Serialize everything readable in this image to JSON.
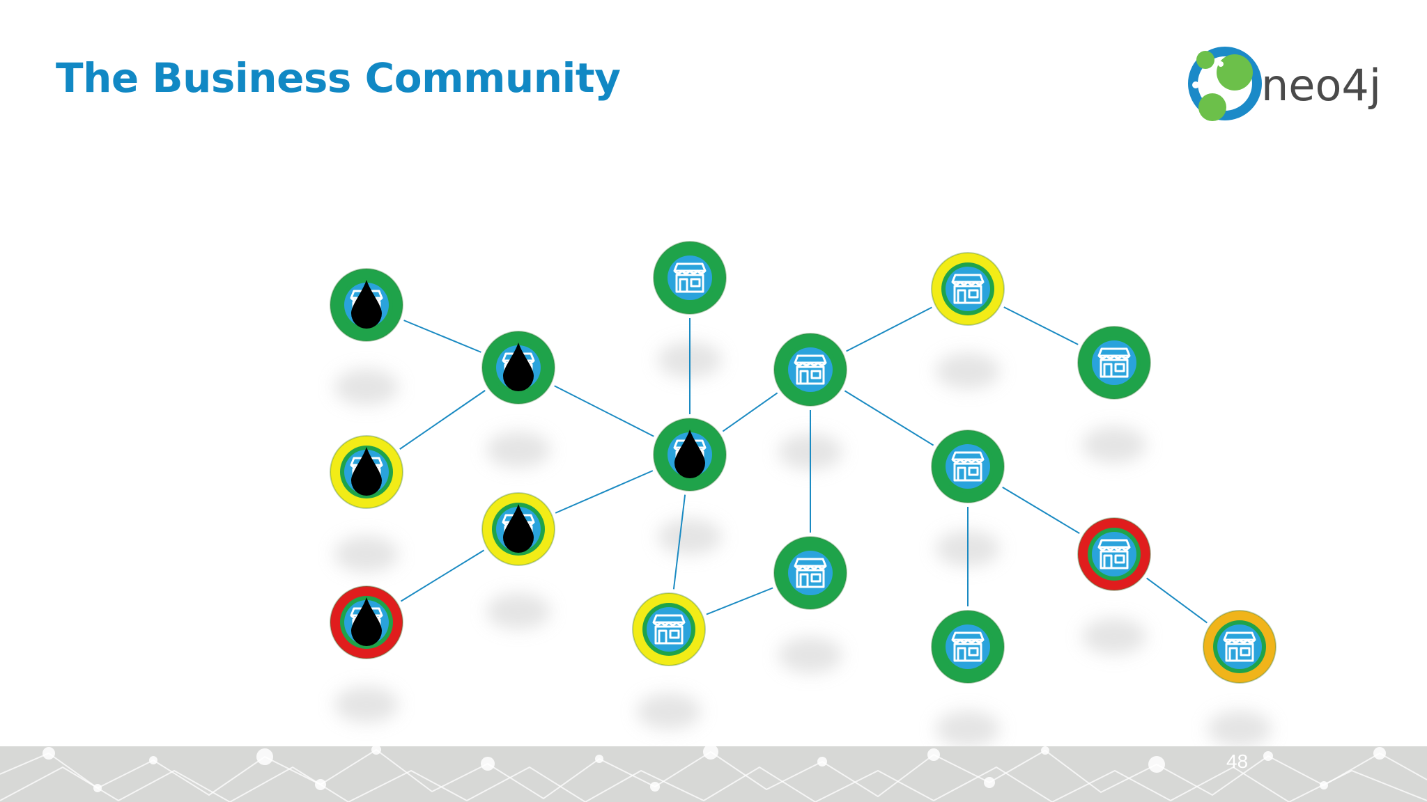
{
  "slide": {
    "title": "The Business Community",
    "page_number": "48"
  },
  "logo": {
    "text": "neo4j"
  },
  "colors": {
    "title": "#1188c4",
    "edge": "#1a8ac2",
    "node_green": "#1fa34a",
    "node_blue": "#2aa3dc",
    "ring_yellow": "#f2ec17",
    "ring_red": "#e01d1d",
    "ring_orange": "#f0b41a",
    "drop": "#000000",
    "logo_green": "#6cc04a",
    "logo_blue": "#1b8ac8",
    "logo_text": "#4a4a4a",
    "footer": "#d7d8d6"
  },
  "graph": {
    "nodes": [
      {
        "id": "n1",
        "ring": "green",
        "icon": "store-icon",
        "drop": true
      },
      {
        "id": "n2",
        "ring": "green",
        "icon": "store-icon",
        "drop": true
      },
      {
        "id": "n3",
        "ring": "yellow",
        "icon": "store-icon",
        "drop": true
      },
      {
        "id": "n4",
        "ring": "yellow",
        "icon": "store-icon",
        "drop": true
      },
      {
        "id": "n5",
        "ring": "red",
        "icon": "store-icon",
        "drop": true
      },
      {
        "id": "n6",
        "ring": "green",
        "icon": "store-icon",
        "drop": false
      },
      {
        "id": "n7",
        "ring": "green",
        "icon": "store-icon",
        "drop": true
      },
      {
        "id": "n8",
        "ring": "yellow",
        "icon": "store-icon",
        "drop": false
      },
      {
        "id": "n9",
        "ring": "green",
        "icon": "store-icon",
        "drop": false
      },
      {
        "id": "n10",
        "ring": "green",
        "icon": "store-icon",
        "drop": false
      },
      {
        "id": "n11",
        "ring": "yellow",
        "icon": "store-icon",
        "drop": false
      },
      {
        "id": "n12",
        "ring": "green",
        "icon": "store-icon",
        "drop": false
      },
      {
        "id": "n13",
        "ring": "green",
        "icon": "store-icon",
        "drop": false
      },
      {
        "id": "n14",
        "ring": "green",
        "icon": "store-icon",
        "drop": false
      },
      {
        "id": "n15",
        "ring": "red",
        "icon": "store-icon",
        "drop": false
      },
      {
        "id": "n16",
        "ring": "orange",
        "icon": "store-icon",
        "drop": false
      }
    ],
    "edges": [
      [
        "n1",
        "n2"
      ],
      [
        "n2",
        "n3"
      ],
      [
        "n2",
        "n7"
      ],
      [
        "n4",
        "n7"
      ],
      [
        "n4",
        "n5"
      ],
      [
        "n6",
        "n7"
      ],
      [
        "n7",
        "n8"
      ],
      [
        "n7",
        "n10"
      ],
      [
        "n8",
        "n9"
      ],
      [
        "n10",
        "n9"
      ],
      [
        "n10",
        "n11"
      ],
      [
        "n11",
        "n12"
      ],
      [
        "n10",
        "n13"
      ],
      [
        "n13",
        "n14"
      ],
      [
        "n13",
        "n15"
      ],
      [
        "n15",
        "n16"
      ]
    ]
  }
}
